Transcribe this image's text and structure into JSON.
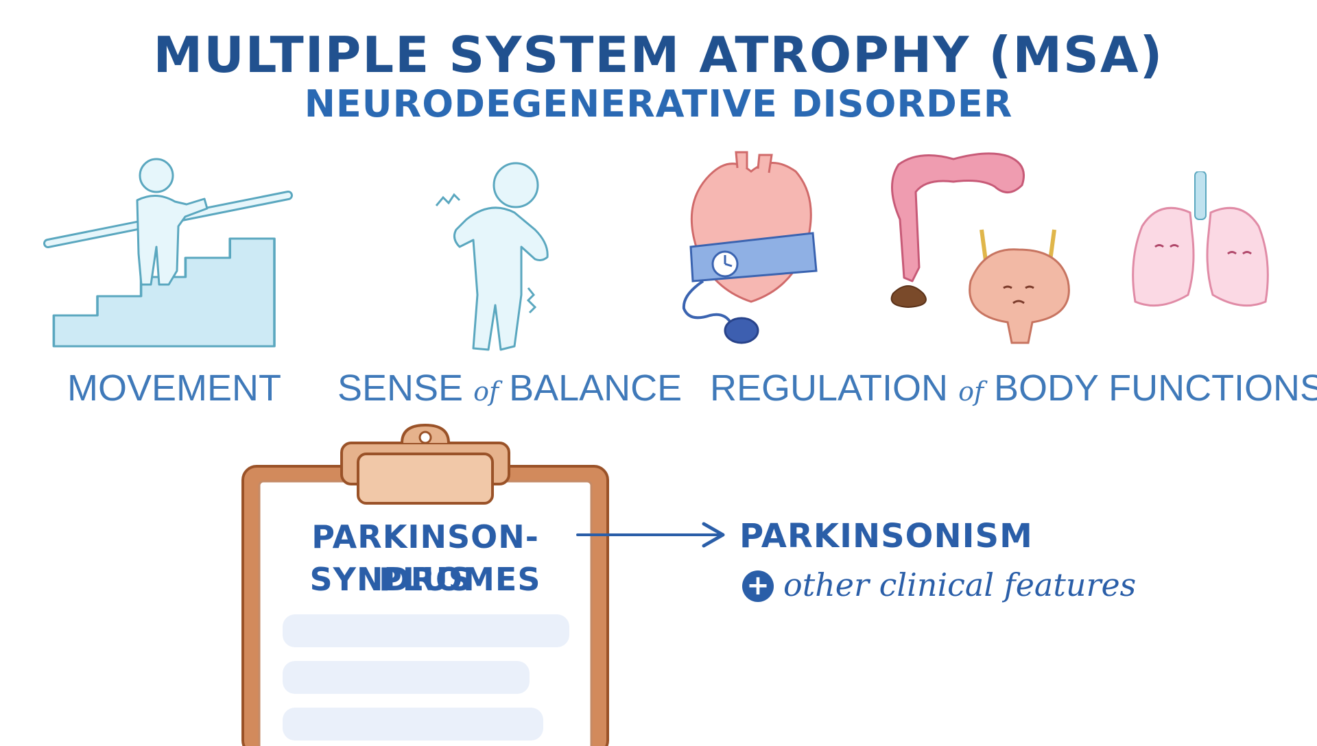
{
  "header": {
    "title": "MULTIPLE SYSTEM ATROPHY (MSA)",
    "subtitle": "NEURODEGENERATIVE DISORDER"
  },
  "categories": [
    {
      "label_a": "MOVEMENT"
    },
    {
      "label_a": "SENSE",
      "connector": "of",
      "label_b": "BALANCE"
    },
    {
      "label_a": "REGULATION",
      "connector": "of",
      "label_b": "BODY FUNCTIONS"
    }
  ],
  "clipboard": {
    "line1": "PARKINSON-PLUS",
    "line2": "SYNDROMES"
  },
  "result": {
    "title": "PARKINSONISM",
    "plus_symbol": "+",
    "detail": "other clinical features"
  },
  "colors": {
    "title": "#21518f",
    "accent_blue": "#2a5ea8",
    "label_blue": "#3f79b9",
    "figure_fill": "#e6f6fb",
    "figure_stroke": "#5aa7bf",
    "clipboard_brown": "#b66d40",
    "organ_pink": "#f2a5a5"
  },
  "icons": [
    "stairs-climber-icon",
    "dizzy-person-icon",
    "heart-blood-pressure-icon",
    "intestine-icon",
    "bladder-icon",
    "lungs-icon",
    "clipboard-icon",
    "arrow-right-icon",
    "plus-circle-icon"
  ]
}
